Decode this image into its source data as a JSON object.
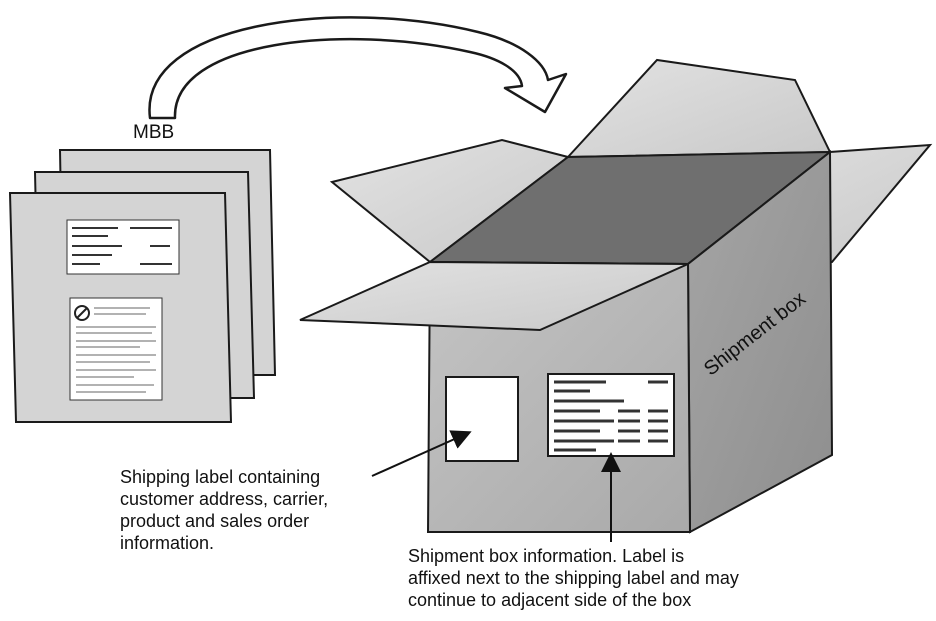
{
  "labels": {
    "mbb": "MBB",
    "box_side": "Shipment box",
    "shipping_label": [
      "Shipping label containing",
      "customer address, carrier,",
      "product and  sales order",
      "information."
    ],
    "box_info": [
      "Shipment box information. Label  is",
      "affixed next to the shipping label and may",
      "continue to  adjacent side of the box"
    ]
  },
  "colors": {
    "box_front": "#b9b9b9",
    "box_side": "#9a9a9a",
    "box_inside": "#6f6f6f",
    "flap": "#d6d6d6",
    "bag": "#d4d4d4",
    "label_white": "#ffffff",
    "stroke": "#1a1a1a"
  }
}
